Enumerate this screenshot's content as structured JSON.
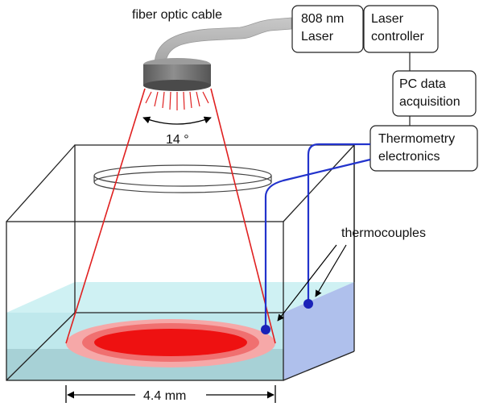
{
  "labels": {
    "fiber_optic_cable": "fiber optic cable",
    "laser_line1": "808 nm",
    "laser_line2": "Laser",
    "controller_line1": "Laser",
    "controller_line2": "controller",
    "pc_line1": "PC data",
    "pc_line2": "acquisition",
    "thermo_line1": "Thermometry",
    "thermo_line2": "electronics",
    "thermocouples": "thermocouples",
    "angle": "14 °",
    "dimension": "4.4 mm"
  },
  "colors": {
    "laser_beam": "#e02020",
    "wires": "#2233cc",
    "water": "#bfe8ec",
    "water_side": "#9fb4e6",
    "spot_outer": "#f6a8a8",
    "spot_mid": "#f26262",
    "spot_inner": "#ee1111",
    "head": "#7a7a7a"
  }
}
